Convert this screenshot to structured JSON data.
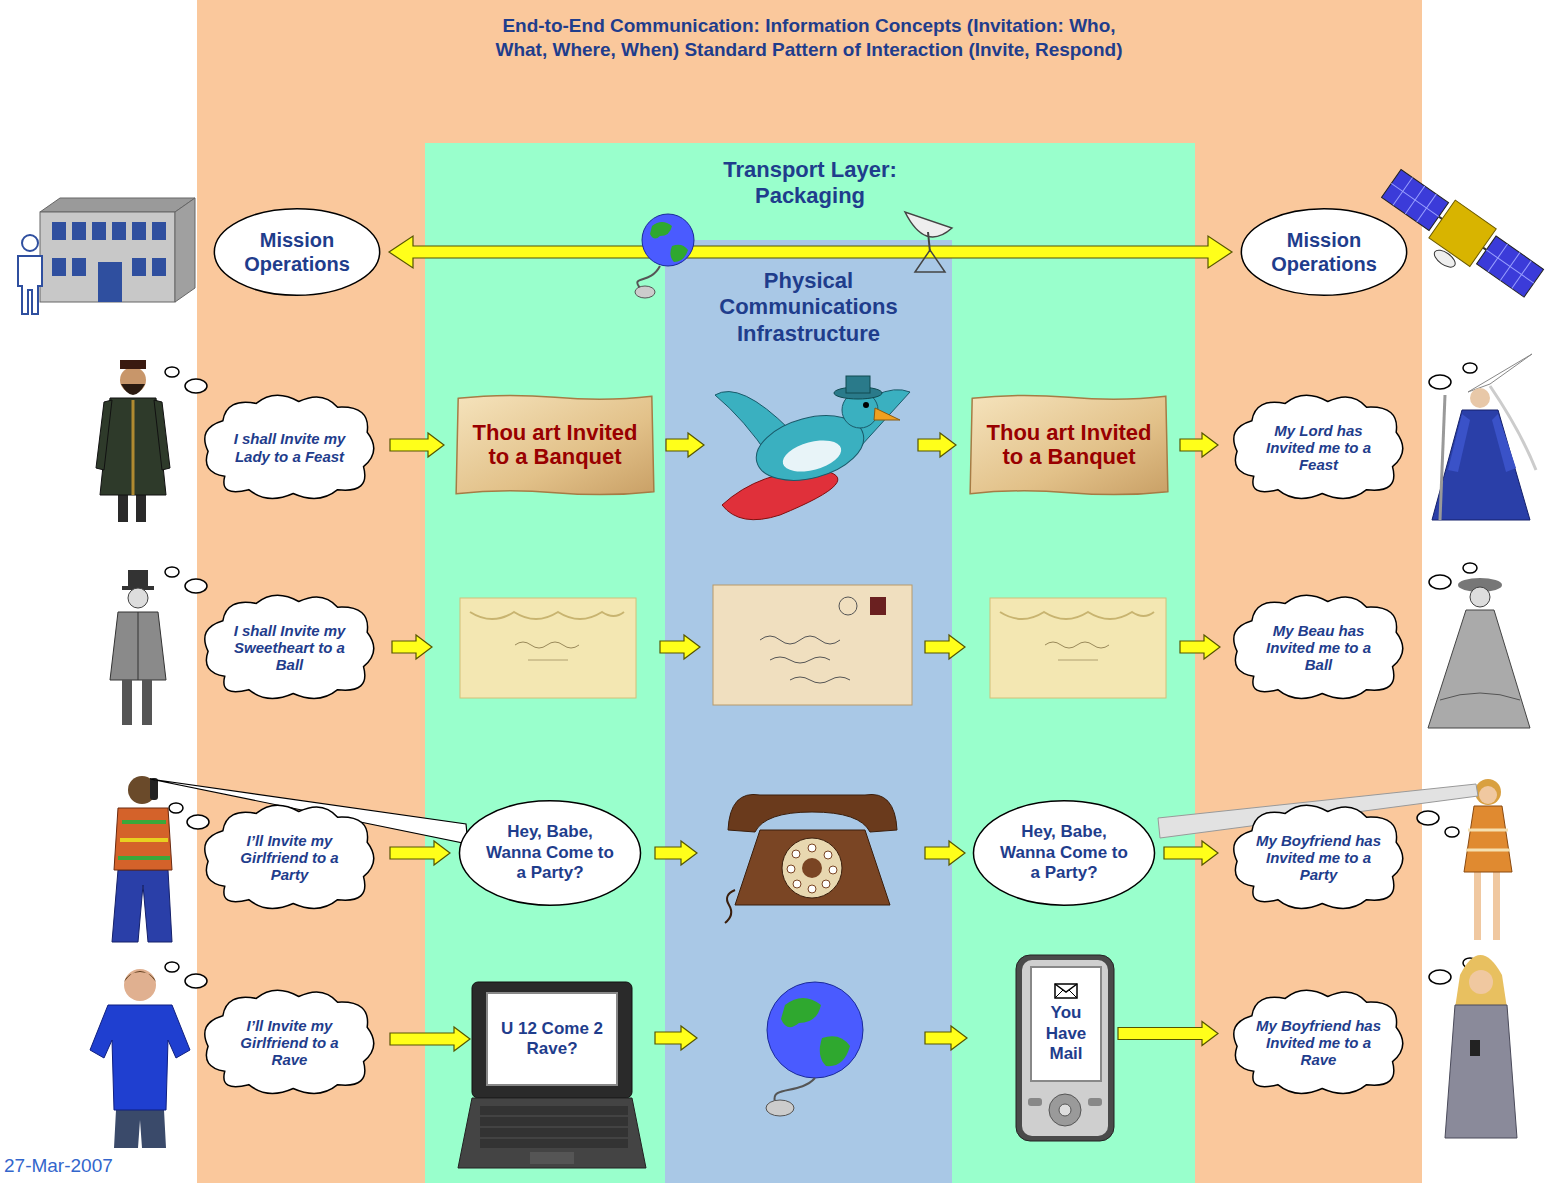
{
  "diagram": {
    "title": "End-to-End Communication: Information Concepts (Invitation: Who, What, Where, When) Standard Pattern of Interaction (Invite, Respond)",
    "nodes": [
      {
        "text": [
          "Transport Layer: Packaging"
        ]
      },
      {
        "text": [
          "Physical Communications Infrastructure"
        ],
        "in": 0
      },
      {
        "text": [
          "Mission Operations"
        ]
      },
      {
        "text": [
          "Mission Operations"
        ]
      },
      {
        "text": [
          "I shall Invite my Lady to a Feast"
        ]
      },
      {
        "text": [
          "Thou art Invited to a Banquet"
        ],
        "in": 0
      },
      {
        "text": [
          "Thou art Invited to a Banquet"
        ],
        "in": 0
      },
      {
        "text": [
          "My Lord has Invited me to a Feast"
        ]
      },
      {
        "text": [
          "I shall Invite my Sweetheart to a Ball"
        ]
      },
      {
        "text": [
          "My Beau has Invited me to a Ball"
        ]
      },
      {
        "text": [
          "I’ll Invite my Girlfriend to a Party"
        ]
      },
      {
        "text": [
          "Hey, Babe, Wanna Come to a Party?"
        ],
        "in": 0
      },
      {
        "text": [
          "Hey, Babe, Wanna Come to a Party?"
        ],
        "in": 0
      },
      {
        "text": [
          "My Boyfriend has Invited me to a Party"
        ]
      },
      {
        "text": [
          "I’ll Invite my Girlfriend to a Rave"
        ]
      },
      {
        "text": [
          "U 12 Come 2 Rave?"
        ],
        "in": 0
      },
      {
        "text": [
          "You Have Mail"
        ],
        "in": 0
      },
      {
        "text": [
          "My Boyfriend has Invited me to a Rave"
        ]
      }
    ],
    "edges": [
      {
        "from": 2,
        "to": 3,
        "arrow": "both"
      },
      {
        "from": 4,
        "to": 5,
        "arrow": "to"
      },
      {
        "from": 6,
        "to": 7,
        "arrow": "to"
      },
      {
        "from": 10,
        "to": 11,
        "arrow": "to"
      },
      {
        "from": 12,
        "to": 13,
        "arrow": "to"
      },
      {
        "from": 14,
        "to": 15,
        "arrow": "to"
      },
      {
        "from": 16,
        "to": 17,
        "arrow": "to"
      }
    ],
    "labels": [
      "27-Mar-2007"
    ]
  }
}
